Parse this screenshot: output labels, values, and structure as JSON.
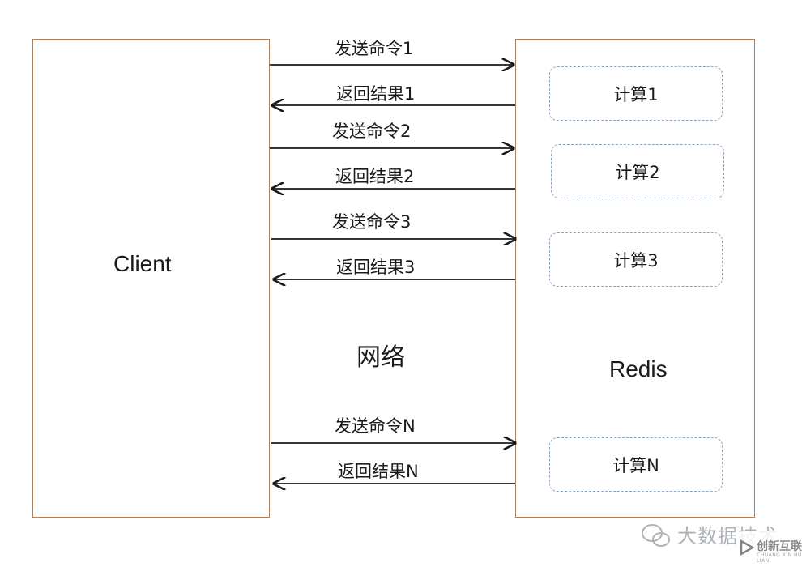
{
  "client": {
    "label": "Client"
  },
  "redis": {
    "label": "Redis"
  },
  "network": {
    "label": "网络"
  },
  "requests": [
    {
      "send": "发送命令1",
      "return": "返回结果1",
      "calc": "计算1"
    },
    {
      "send": "发送命令2",
      "return": "返回结果2",
      "calc": "计算2"
    },
    {
      "send": "发送命令3",
      "return": "返回结果3",
      "calc": "计算3"
    },
    {
      "send": "发送命令N",
      "return": "返回结果N",
      "calc": "计算N"
    }
  ],
  "watermark": {
    "account": "大数据技术",
    "brand": "创新互联",
    "brand_pinyin": "CHUANG XIN HU LIAN"
  },
  "colors": {
    "box_border": "#b0805a",
    "calc_border": "#8fa7c0",
    "arrow": "#1a1a1a"
  }
}
